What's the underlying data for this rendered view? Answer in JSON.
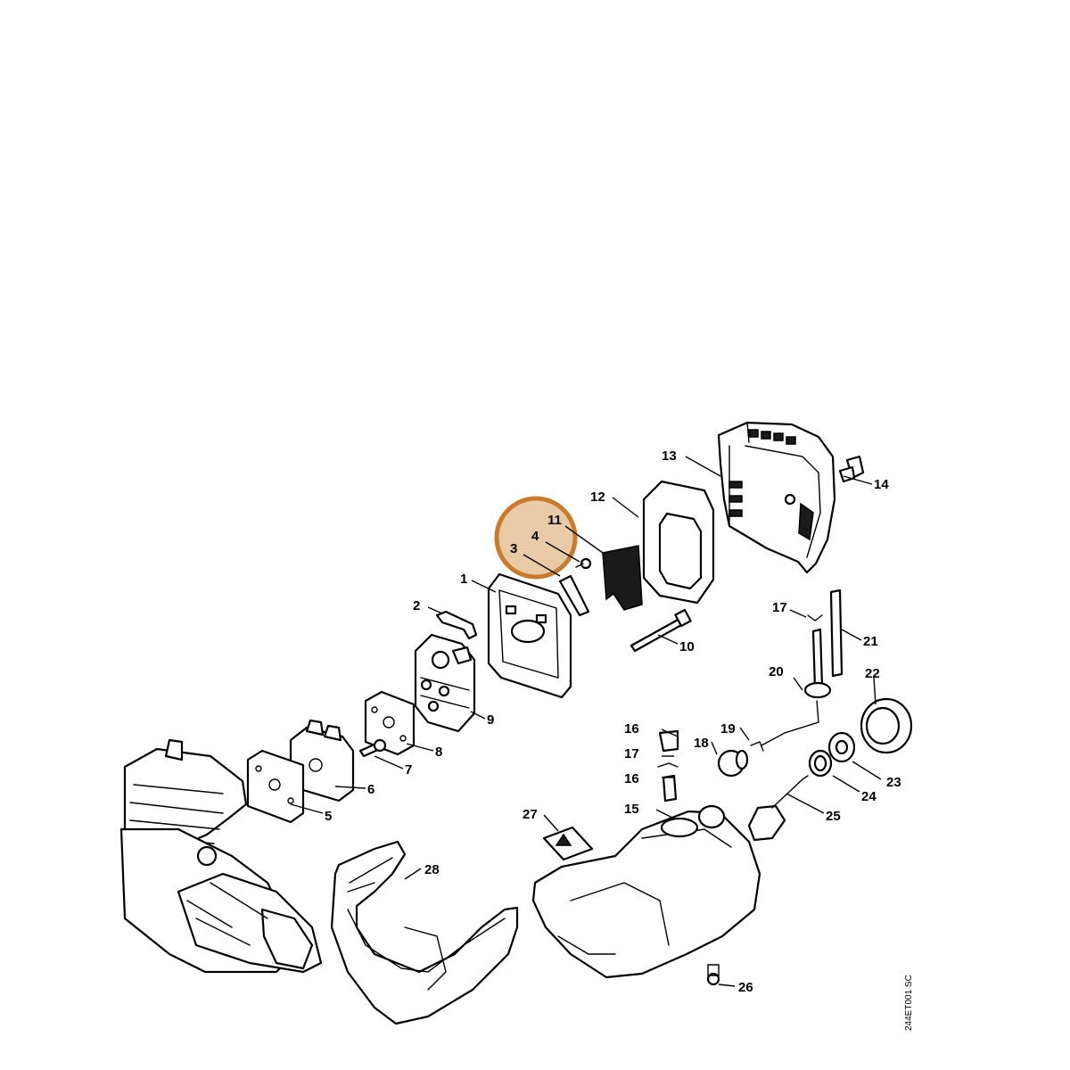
{
  "drawing_id": "244ET001 SC",
  "highlight": {
    "fill": "#d9a66b",
    "stroke": "#c97a2b",
    "parts": [
      "11",
      "4",
      "3"
    ]
  },
  "callouts": [
    "1",
    "2",
    "3",
    "4",
    "5",
    "6",
    "7",
    "8",
    "9",
    "10",
    "11",
    "12",
    "13",
    "14",
    "15",
    "16",
    "17",
    "16",
    "17",
    "18",
    "19",
    "20",
    "21",
    "22",
    "23",
    "24",
    "25",
    "26",
    "27",
    "28"
  ]
}
